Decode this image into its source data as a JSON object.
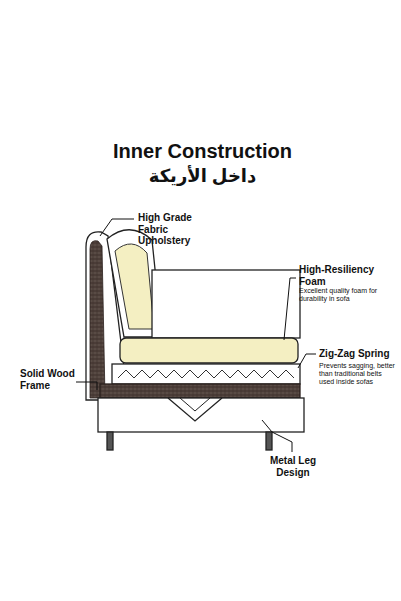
{
  "diagram": {
    "title": "Inner Construction",
    "labels": [
      "داخل الأريكة",
      "High Grade Fabric Upholstery",
      "High-Resiliency Foam",
      "Excellent quality foam for durability in sofa",
      "Zig-Zag Spring",
      "Prevents sagging, better than traditional belts used inside sofas",
      "Solid Wood Frame",
      "Metal Leg Design"
    ]
  }
}
